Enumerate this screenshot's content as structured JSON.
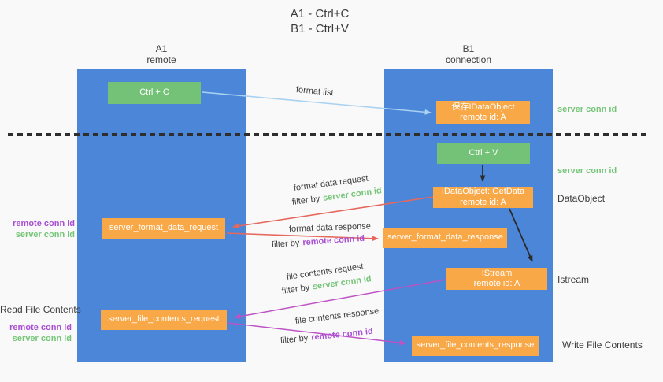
{
  "title": {
    "line1": "A1 - Ctrl+C",
    "line2": "B1 - Ctrl+V"
  },
  "columns": {
    "left": {
      "name": "A1",
      "role": "remote"
    },
    "right": {
      "name": "B1",
      "role": "connection"
    }
  },
  "nodes": {
    "ctrl_c": "Ctrl + C",
    "ctrl_v": "Ctrl + V",
    "save_idataobject": {
      "line1": "保存IDataObject",
      "line2": "remote id: A"
    },
    "getdata": {
      "line1": "IDataObject::GetData",
      "line2": "remote id: A"
    },
    "istream": {
      "line1": "IStream",
      "line2": "remote id: A"
    },
    "server_format_data_request": "server_format_data_request",
    "server_format_data_response": "server_format_data_response",
    "server_file_contents_request": "server_file_contents_request",
    "server_file_contents_response": "server_file_contents_response"
  },
  "edge_labels": {
    "format_list": "format list",
    "format_data_request": "format data request",
    "format_data_response": "format data response",
    "file_contents_request": "file contents request",
    "file_contents_response": "file contents response",
    "filter_by": "filter by",
    "server_conn_id": "server conn id",
    "remote_conn_id": "remote conn id"
  },
  "side_labels": {
    "server_conn_id": "server conn id",
    "remote_conn_id": "remote conn id",
    "dataobject": "DataObject",
    "istream": "Istream",
    "read_file_contents": "Read File Contents",
    "write_file_contents": "Write File Contents"
  },
  "colors": {
    "column_blue": "#4c86d8",
    "box_green": "#74c178",
    "box_orange": "#f9a848",
    "text_green": "#74c577",
    "text_purple": "#a94ed4",
    "text_dark": "#3d3d3d",
    "arrow_blue": "#a9d2f2",
    "arrow_red": "#e5685f",
    "arrow_purple": "#bd53c5",
    "arrow_black": "#2b2b2b",
    "background": "#f9f9f9"
  }
}
